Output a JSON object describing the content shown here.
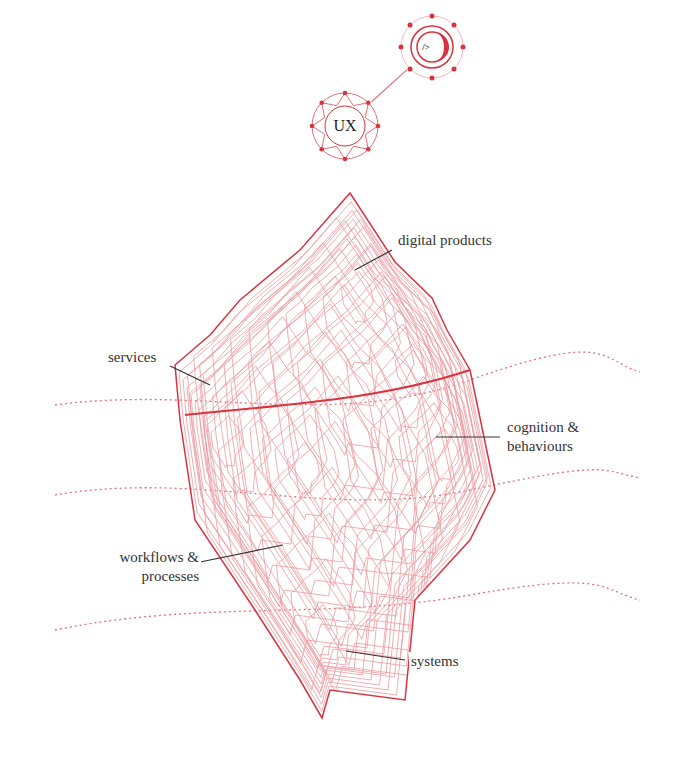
{
  "diagram": {
    "nodes": [
      {
        "text": [
          "/>"
        ]
      },
      {
        "text": [
          "UX"
        ]
      }
    ],
    "edges": [
      {
        "from": 0,
        "to": 1,
        "arrow": "none"
      }
    ],
    "labels": [
      "digital products",
      "services",
      "cognition & behaviours",
      "workflows & processes",
      "systems"
    ]
  }
}
